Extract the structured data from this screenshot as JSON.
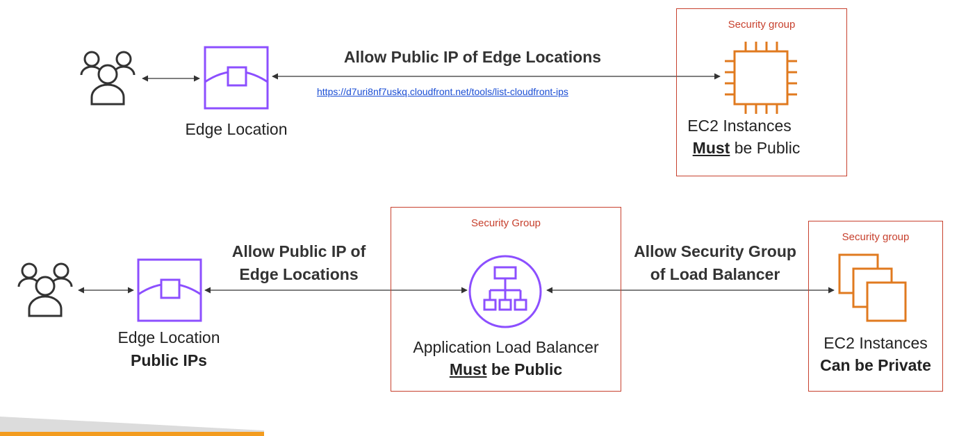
{
  "top": {
    "edge_location_label": "Edge Location",
    "connection_label": "Allow Public IP of Edge Locations",
    "connection_link": "https://d7uri8nf7uskq.cloudfront.net/tools/list-cloudfront-ips",
    "security_group_label": "Security group",
    "ec2_label": "EC2 Instances",
    "ec2_must": "Must",
    "ec2_be_public": " be Public"
  },
  "bottom": {
    "edge_location_label": "Edge Location",
    "edge_public_ips": "Public IPs",
    "connection1_line1": "Allow Public IP of",
    "connection1_line2": "Edge Locations",
    "alb_security_group_label": "Security Group",
    "alb_label": "Application Load Balancer",
    "alb_must": "Must",
    "alb_be_public": " be Public",
    "connection2_line1": "Allow Security Group",
    "connection2_line2": "of Load Balancer",
    "ec2_security_group_label": "Security group",
    "ec2_label": "EC2 Instances",
    "ec2_can_be_private": "Can be Private"
  },
  "colors": {
    "security_group_border": "#c7402d",
    "edge_icon": "#8c4fff",
    "ec2_icon": "#e07a1f",
    "link": "#1a4dd4",
    "footer_bar": "#f39c1f"
  }
}
